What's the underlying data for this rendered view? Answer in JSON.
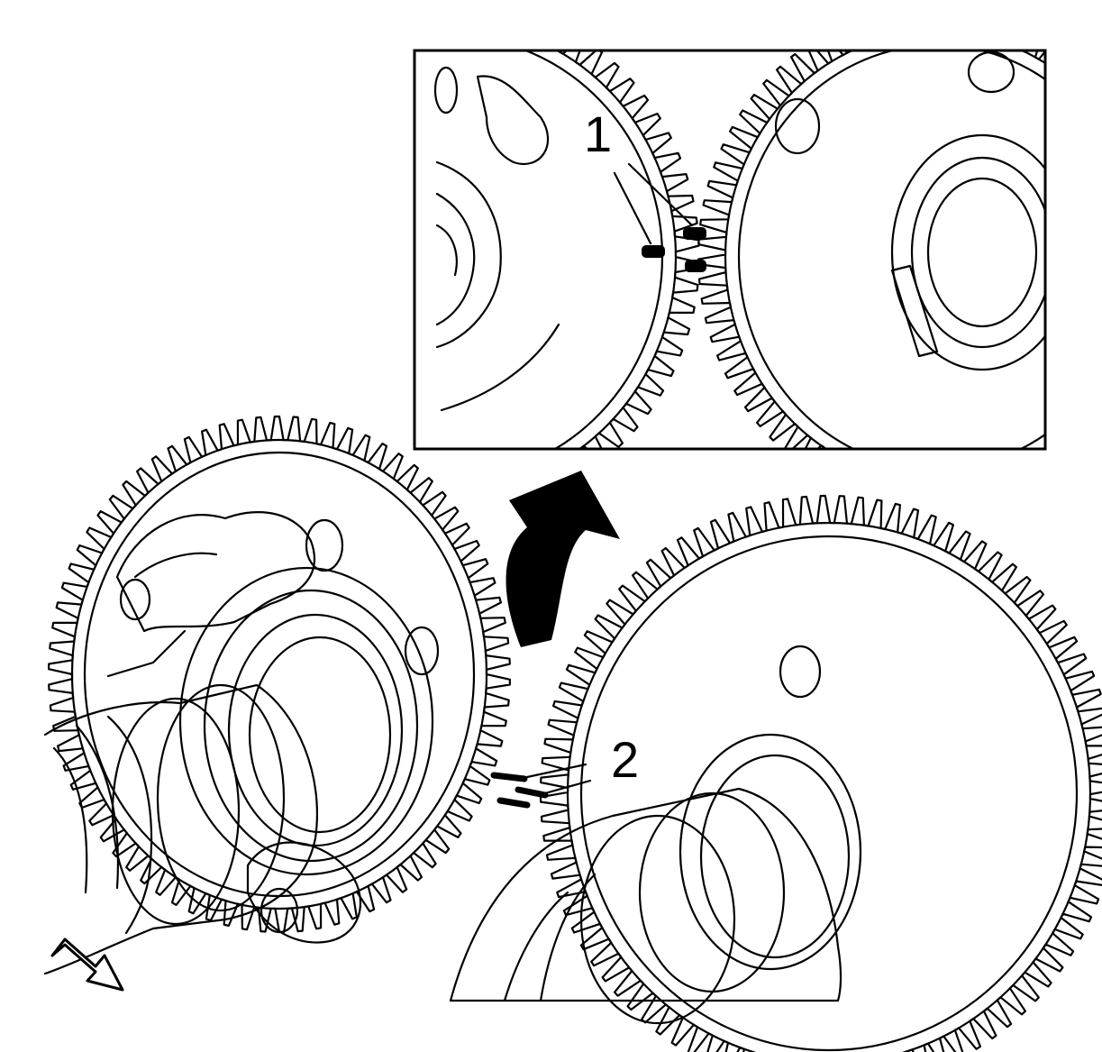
{
  "diagram": {
    "callouts": [
      {
        "id": "1",
        "label": "1"
      },
      {
        "id": "2",
        "label": "2"
      }
    ],
    "colors": {
      "line": "#000000",
      "background": "#ffffff"
    },
    "icons": [
      "direction-arrow-icon",
      "view-arrow-icon"
    ]
  }
}
